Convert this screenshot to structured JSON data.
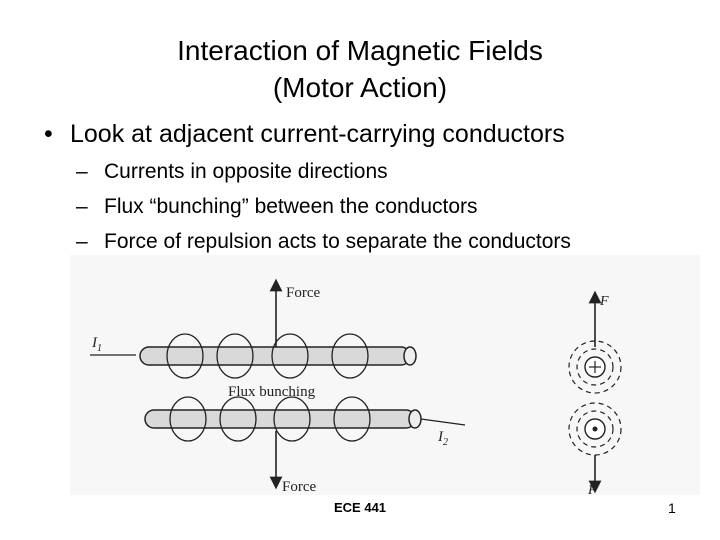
{
  "slide": {
    "title_line1": "Interaction of Magnetic Fields",
    "title_line2": "(Motor Action)",
    "bullet": "Look at adjacent current-carrying conductors",
    "sub_bullets": [
      "Currents in opposite directions",
      "Flux “bunching” between the conductors",
      "Force of repulsion acts to separate the conductors"
    ]
  },
  "figure": {
    "force_top": "Force",
    "force_bottom": "Force",
    "flux_label": "Flux bunching",
    "current1": "I",
    "current1_sub": "1",
    "current2": "I",
    "current2_sub": "2",
    "f_top": "F",
    "f_bottom": "F"
  },
  "footer": {
    "center": "ECE 441",
    "page_number": "1"
  }
}
